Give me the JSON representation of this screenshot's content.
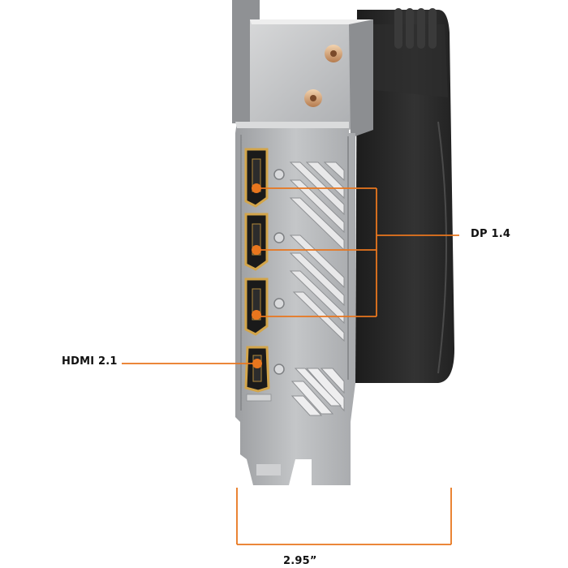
{
  "callouts": {
    "dp_label": "DP 1.4",
    "hdmi_label": "HDMI 2.1",
    "width_label": "2.95”"
  },
  "colors": {
    "accent": "#e8761e",
    "port_gold": "#d3a54a",
    "bracket_gray": "#b9bbbd",
    "cooler_dark": "#2a2a2a"
  }
}
